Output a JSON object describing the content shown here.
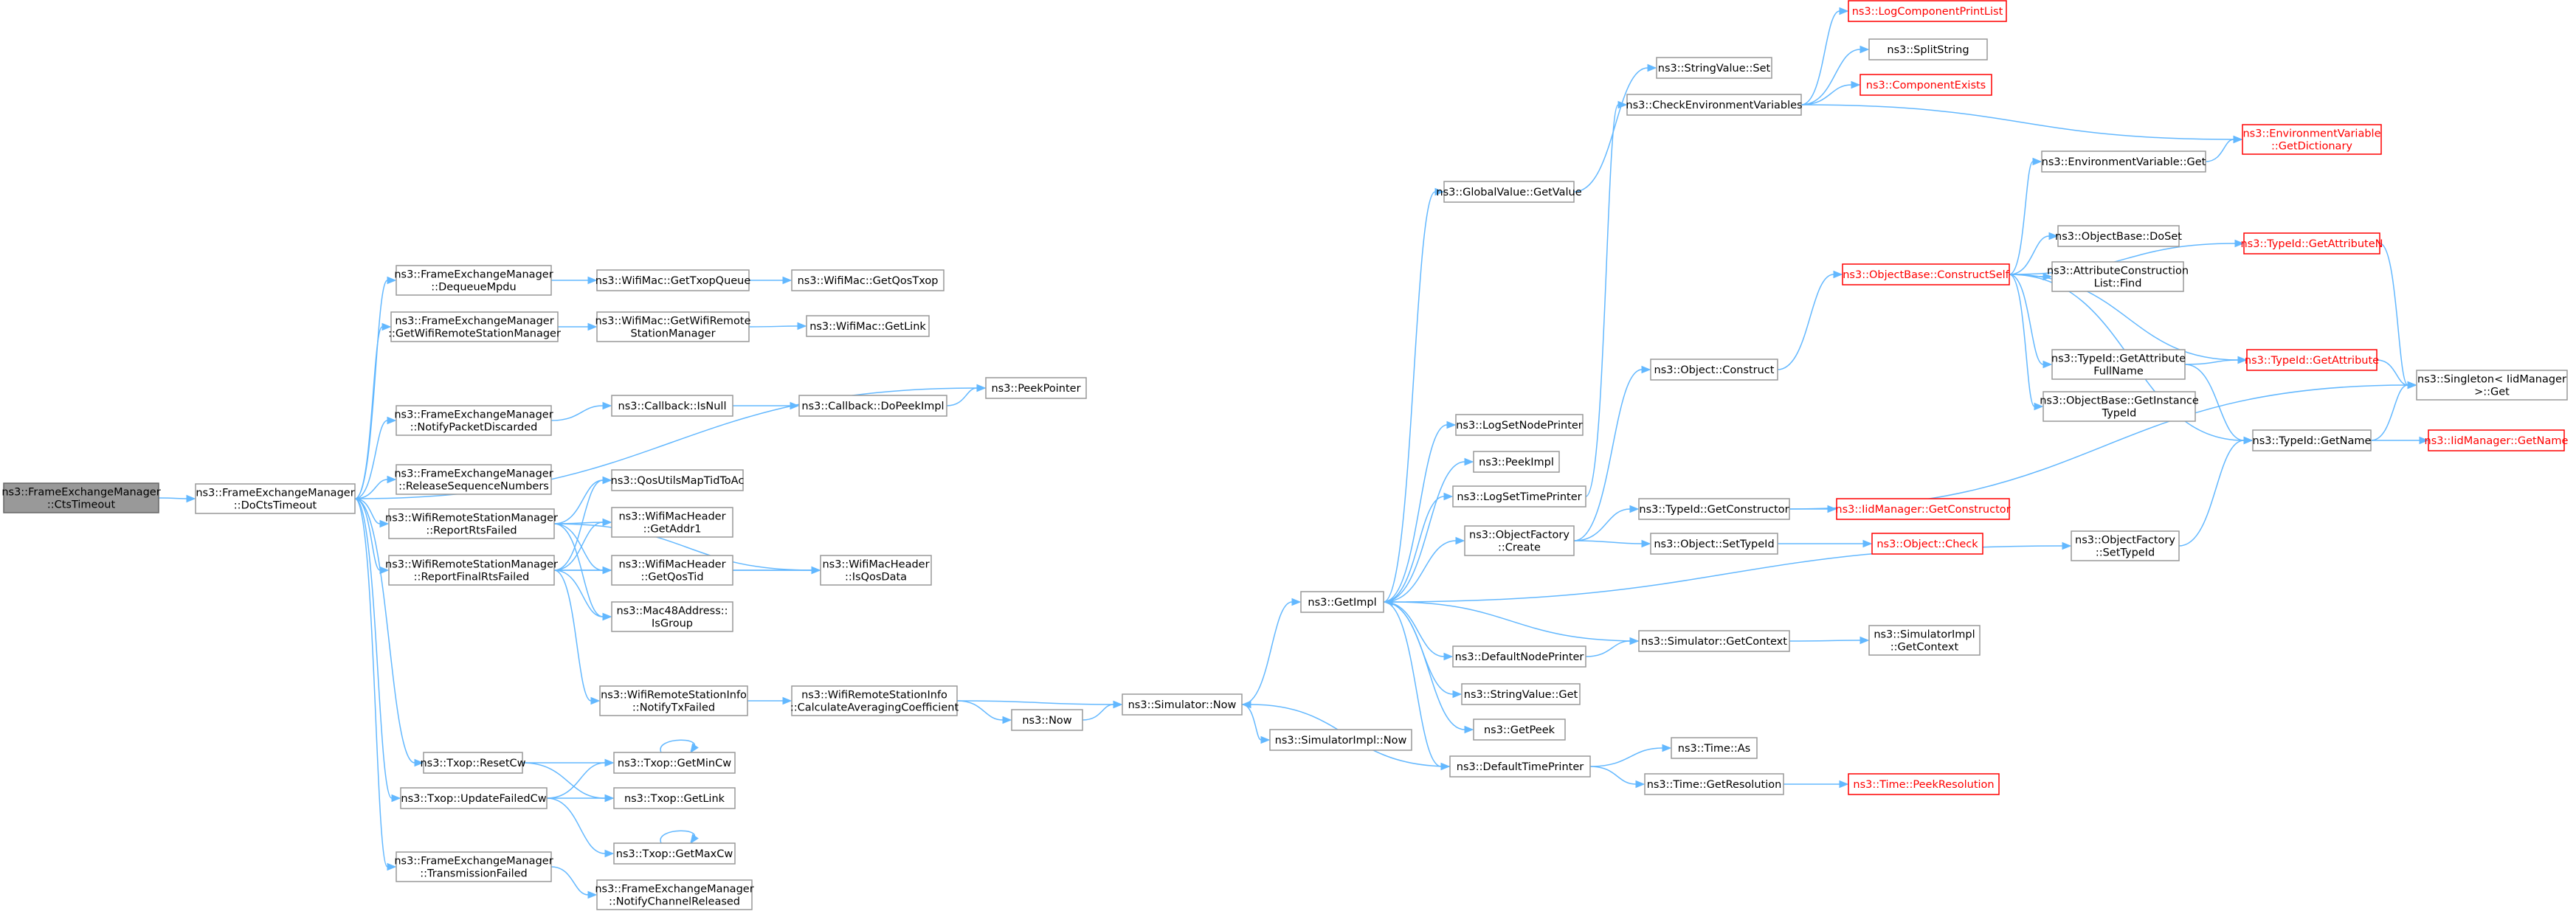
{
  "colors": {
    "edge": "#63b8ff",
    "border": "#999999",
    "missing": "#ff0000",
    "root_fill": "#999999"
  },
  "nodes": [
    {
      "id": "root",
      "lines": [
        "ns3::FrameExchangeManager",
        "::CtsTimeout"
      ],
      "style": "root"
    },
    {
      "id": "docts",
      "lines": [
        "ns3::FrameExchangeManager",
        "::DoCtsTimeout"
      ]
    },
    {
      "id": "deq",
      "lines": [
        "ns3::FrameExchangeManager",
        "::DequeueMpdu"
      ]
    },
    {
      "id": "getwrsm",
      "lines": [
        "ns3::FrameExchangeManager",
        "::GetWifiRemoteStationManager"
      ]
    },
    {
      "id": "notifypd",
      "lines": [
        "ns3::FrameExchangeManager",
        "::NotifyPacketDiscarded"
      ]
    },
    {
      "id": "relseq",
      "lines": [
        "ns3::FrameExchangeManager",
        "::ReleaseSequenceNumbers"
      ]
    },
    {
      "id": "rrts",
      "lines": [
        "ns3::WifiRemoteStationManager",
        "::ReportRtsFailed"
      ]
    },
    {
      "id": "rfrts",
      "lines": [
        "ns3::WifiRemoteStationManager",
        "::ReportFinalRtsFailed"
      ]
    },
    {
      "id": "resetcw",
      "lines": [
        "ns3::Txop::ResetCw"
      ]
    },
    {
      "id": "updcw",
      "lines": [
        "ns3::Txop::UpdateFailedCw"
      ]
    },
    {
      "id": "transfail",
      "lines": [
        "ns3::FrameExchangeManager",
        "::TransmissionFailed"
      ]
    },
    {
      "id": "gettxopq",
      "lines": [
        "ns3::WifiMac::GetTxopQueue"
      ]
    },
    {
      "id": "macgetwrsm",
      "lines": [
        "ns3::WifiMac::GetWifiRemote",
        "StationManager"
      ]
    },
    {
      "id": "cbisnull",
      "lines": [
        "ns3::Callback::IsNull"
      ]
    },
    {
      "id": "qosmap",
      "lines": [
        "ns3::QosUtilsMapTidToAc"
      ]
    },
    {
      "id": "addr1",
      "lines": [
        "ns3::WifiMacHeader",
        "::GetAddr1"
      ]
    },
    {
      "id": "qostid",
      "lines": [
        "ns3::WifiMacHeader",
        "::GetQosTid"
      ]
    },
    {
      "id": "isgroup",
      "lines": [
        "ns3::Mac48Address::",
        "IsGroup"
      ]
    },
    {
      "id": "notifytx",
      "lines": [
        "ns3::WifiRemoteStationInfo",
        "::NotifyTxFailed"
      ]
    },
    {
      "id": "getmincw",
      "lines": [
        "ns3::Txop::GetMinCw"
      ]
    },
    {
      "id": "getlink",
      "lines": [
        "ns3::Txop::GetLink"
      ]
    },
    {
      "id": "getmaxcw",
      "lines": [
        "ns3::Txop::GetMaxCw"
      ]
    },
    {
      "id": "notifycr",
      "lines": [
        "ns3::FrameExchangeManager",
        "::NotifyChannelReleased"
      ]
    },
    {
      "id": "getqostxop",
      "lines": [
        "ns3::WifiMac::GetQosTxop"
      ]
    },
    {
      "id": "macgetlink",
      "lines": [
        "ns3::WifiMac::GetLink"
      ]
    },
    {
      "id": "dopeek",
      "lines": [
        "ns3::Callback::DoPeekImpl"
      ]
    },
    {
      "id": "peekptr",
      "lines": [
        "ns3::PeekPointer"
      ]
    },
    {
      "id": "isqos",
      "lines": [
        "ns3::WifiMacHeader",
        "::IsQosData"
      ]
    },
    {
      "id": "calcavg",
      "lines": [
        "ns3::WifiRemoteStationInfo",
        "::CalculateAveragingCoefficient"
      ]
    },
    {
      "id": "now",
      "lines": [
        "ns3::Now"
      ]
    },
    {
      "id": "simnow",
      "lines": [
        "ns3::Simulator::Now"
      ]
    },
    {
      "id": "simimplnow",
      "lines": [
        "ns3::SimulatorImpl::Now"
      ]
    },
    {
      "id": "getimpl",
      "lines": [
        "ns3::GetImpl"
      ]
    },
    {
      "id": "gvget",
      "lines": [
        "ns3::GlobalValue::GetValue"
      ]
    },
    {
      "id": "logsetnode",
      "lines": [
        "ns3::LogSetNodePrinter"
      ]
    },
    {
      "id": "peekimpl",
      "lines": [
        "ns3::PeekImpl"
      ]
    },
    {
      "id": "logsettime",
      "lines": [
        "ns3::LogSetTimePrinter"
      ]
    },
    {
      "id": "ofcreate",
      "lines": [
        "ns3::ObjectFactory",
        "::Create"
      ]
    },
    {
      "id": "defnode",
      "lines": [
        "ns3::DefaultNodePrinter"
      ]
    },
    {
      "id": "svget",
      "lines": [
        "ns3::StringValue::Get"
      ]
    },
    {
      "id": "getpeek",
      "lines": [
        "ns3::GetPeek"
      ]
    },
    {
      "id": "deftime",
      "lines": [
        "ns3::DefaultTimePrinter"
      ]
    },
    {
      "id": "strset",
      "lines": [
        "ns3::StringValue::Set"
      ]
    },
    {
      "id": "checkenv",
      "lines": [
        "ns3::CheckEnvironmentVariables"
      ]
    },
    {
      "id": "objconstruct",
      "lines": [
        "ns3::Object::Construct"
      ]
    },
    {
      "id": "tidgetctor",
      "lines": [
        "ns3::TypeId::GetConstructor"
      ]
    },
    {
      "id": "objsettid",
      "lines": [
        "ns3::Object::SetTypeId"
      ]
    },
    {
      "id": "simgetctx",
      "lines": [
        "ns3::Simulator::GetContext"
      ]
    },
    {
      "id": "timeas",
      "lines": [
        "ns3::Time::As"
      ]
    },
    {
      "id": "timegetres",
      "lines": [
        "ns3::Time::GetResolution"
      ]
    },
    {
      "id": "logcomp",
      "lines": [
        "ns3::LogComponentPrintList"
      ],
      "style": "red"
    },
    {
      "id": "split",
      "lines": [
        "ns3::SplitString"
      ]
    },
    {
      "id": "compexists",
      "lines": [
        "ns3::ComponentExists"
      ],
      "style": "red"
    },
    {
      "id": "envvarget",
      "lines": [
        "ns3::EnvironmentVariable::Get"
      ]
    },
    {
      "id": "envdict",
      "lines": [
        "ns3::EnvironmentVariable",
        "::GetDictionary"
      ],
      "style": "red"
    },
    {
      "id": "obconstructself",
      "lines": [
        "ns3::ObjectBase::ConstructSelf"
      ],
      "style": "red"
    },
    {
      "id": "iidgetctor",
      "lines": [
        "ns3::IidManager::GetConstructor"
      ],
      "style": "red"
    },
    {
      "id": "objcheck",
      "lines": [
        "ns3::Object::Check"
      ],
      "style": "red"
    },
    {
      "id": "ofsettid",
      "lines": [
        "ns3::ObjectFactory",
        "::SetTypeId"
      ]
    },
    {
      "id": "simimplctx",
      "lines": [
        "ns3::SimulatorImpl",
        "::GetContext"
      ]
    },
    {
      "id": "timepeekres",
      "lines": [
        "ns3::Time::PeekResolution"
      ],
      "style": "red"
    },
    {
      "id": "obdoset",
      "lines": [
        "ns3::ObjectBase::DoSet"
      ]
    },
    {
      "id": "acfind",
      "lines": [
        "ns3::AttributeConstruction",
        "List::Find"
      ]
    },
    {
      "id": "tidfullname",
      "lines": [
        "ns3::TypeId::GetAttribute",
        "FullName"
      ]
    },
    {
      "id": "obgetinst",
      "lines": [
        "ns3::ObjectBase::GetInstance",
        "TypeId"
      ]
    },
    {
      "id": "tidattrn",
      "lines": [
        "ns3::TypeId::GetAttributeN"
      ],
      "style": "red"
    },
    {
      "id": "tidattr",
      "lines": [
        "ns3::TypeId::GetAttribute"
      ],
      "style": "red"
    },
    {
      "id": "tidgetname",
      "lines": [
        "ns3::TypeId::GetName"
      ]
    },
    {
      "id": "singleton",
      "lines": [
        "ns3::Singleton< IidManager",
        " >::Get"
      ]
    },
    {
      "id": "iidgetname",
      "lines": [
        "ns3::IidManager::GetName"
      ],
      "style": "red"
    }
  ]
}
